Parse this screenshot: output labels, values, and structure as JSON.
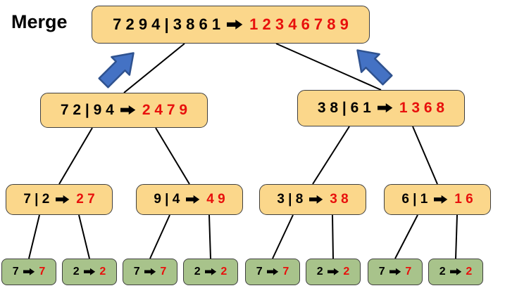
{
  "title": "Merge",
  "colors": {
    "node_fill": "#FBD78B",
    "leaf_fill": "#A8C38B",
    "node_border": "#3F3F3F",
    "result_red": "#E8100C",
    "text_black": "#000000",
    "big_arrow_fill": "#4472C4",
    "big_arrow_border": "#2F528F",
    "edge": "#000000",
    "background": "#FFFFFF"
  },
  "icons": {
    "merge_arrow": "right-arrow (➔) between unsorted input and sorted output",
    "big_arrow_left": "thick blue block arrow pointing up-right toward root",
    "big_arrow_right": "thick blue block arrow pointing up-left toward root"
  },
  "tree": {
    "root": {
      "input": "7 2 9 4 | 3 8 6 1",
      "output": "1 2 3 4 6 7 8 9"
    },
    "level2": [
      {
        "input": "7 2 | 9 4",
        "output": "2 4 7 9"
      },
      {
        "input": "3 8 | 6 1",
        "output": "1 3 6 8"
      }
    ],
    "level3": [
      {
        "input": "7 | 2",
        "output": "2 7"
      },
      {
        "input": "9 | 4",
        "output": "4 9"
      },
      {
        "input": "3 | 8",
        "output": "3 8"
      },
      {
        "input": "6 | 1",
        "output": "1 6"
      }
    ],
    "leaves": [
      {
        "input": "7",
        "output": "7"
      },
      {
        "input": "2",
        "output": "2"
      },
      {
        "input": "7",
        "output": "7"
      },
      {
        "input": "2",
        "output": "2"
      },
      {
        "input": "7",
        "output": "7"
      },
      {
        "input": "2",
        "output": "2"
      },
      {
        "input": "7",
        "output": "7"
      },
      {
        "input": "2",
        "output": "2"
      }
    ]
  }
}
